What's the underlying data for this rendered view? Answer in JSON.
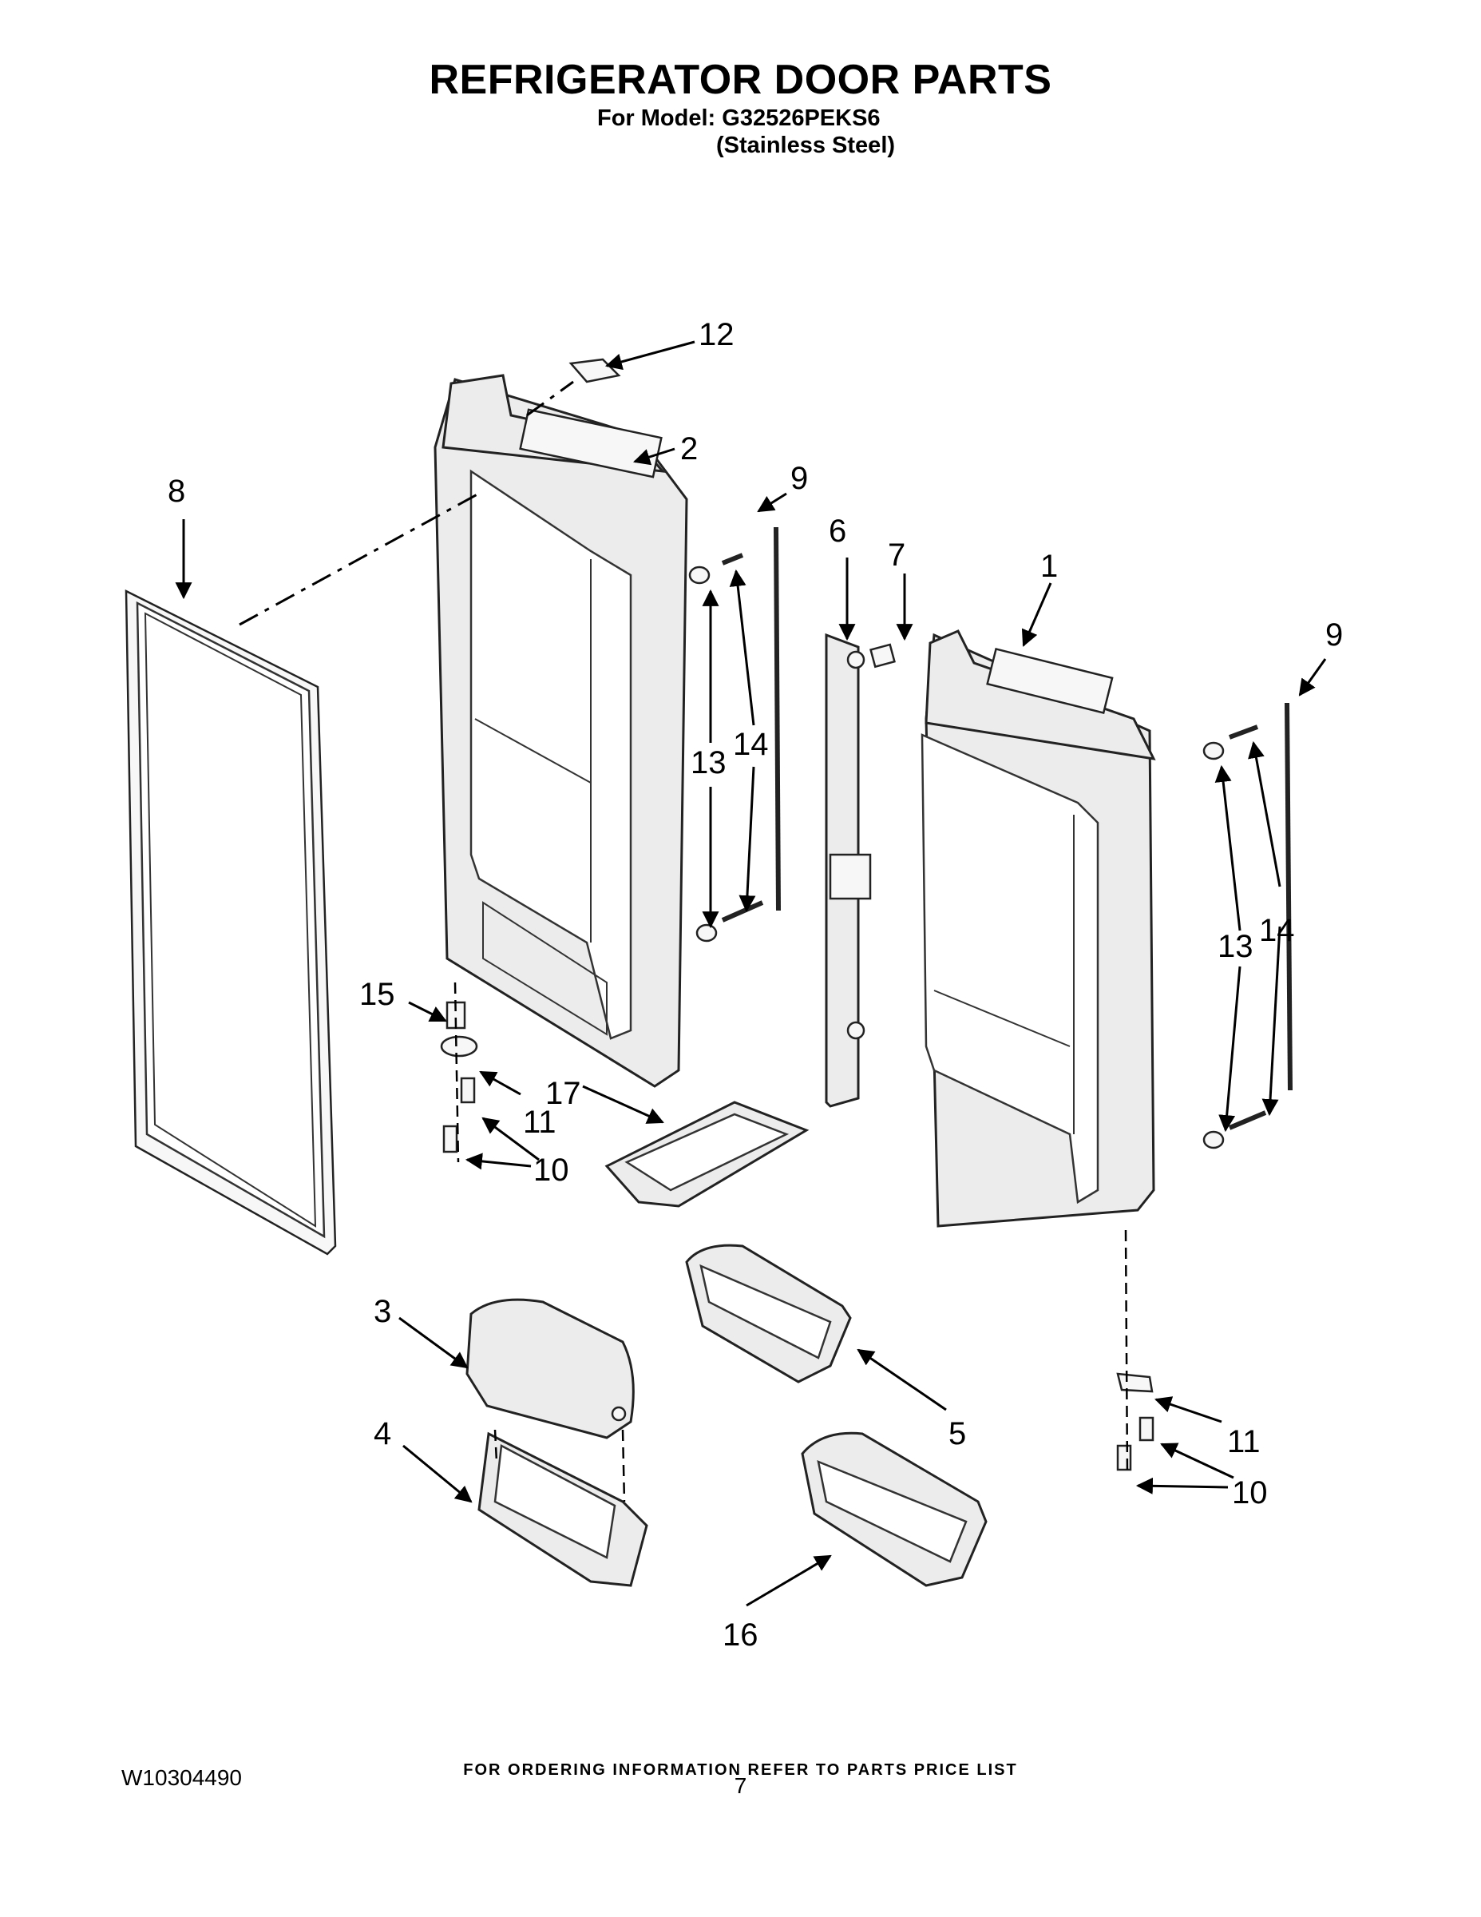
{
  "header": {
    "title": "REFRIGERATOR DOOR PARTS",
    "model_line": "For Model: G32526PEKS6",
    "finish_line": "(Stainless Steel)"
  },
  "footer": {
    "ordering_note": "FOR ORDERING INFORMATION REFER TO PARTS PRICE LIST",
    "document_number": "W10304490",
    "page_number": "7"
  },
  "callouts": {
    "c1": "1",
    "c2": "2",
    "c3": "3",
    "c4": "4",
    "c5": "5",
    "c6": "6",
    "c7": "7",
    "c8": "8",
    "c9a": "9",
    "c9b": "9",
    "c10a": "10",
    "c10b": "10",
    "c11a": "11",
    "c11b": "11",
    "c12": "12",
    "c13a": "13",
    "c13b": "13",
    "c14a": "14",
    "c14b": "14",
    "c15": "15",
    "c16": "16",
    "c17": "17"
  }
}
